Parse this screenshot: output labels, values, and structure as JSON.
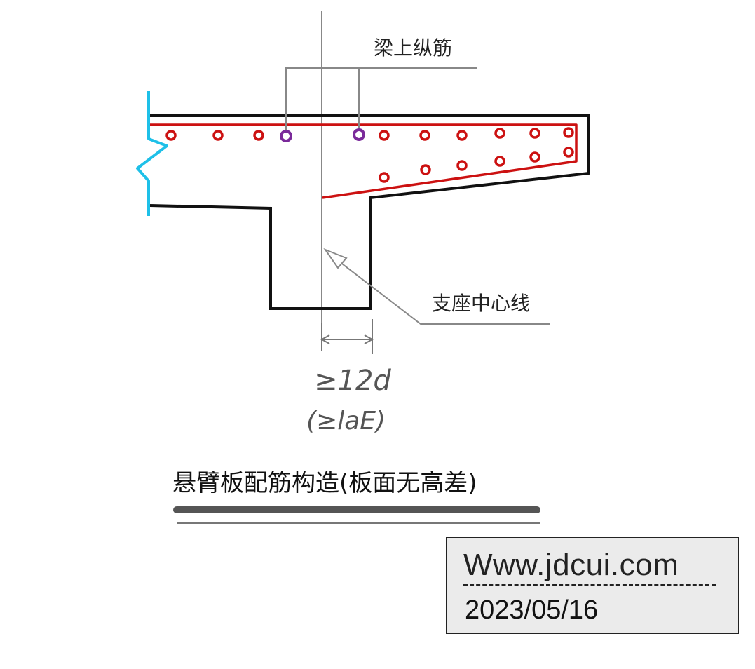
{
  "labels": {
    "top_rebar": "梁上纵筋",
    "support_centerline": "支座中心线",
    "anchor_min": "≥12d",
    "anchor_alt": "(≥laE)",
    "title": "悬臂板配筋构造(板面无高差)"
  },
  "stamp": {
    "site": "Www.jdcui.com",
    "date": "2023/05/16"
  },
  "colors": {
    "outline": "#111111",
    "rebar": "#cc1111",
    "highlight_rebar": "#7a2a9a",
    "break_line": "#1ec0e8",
    "leader": "#888888",
    "title_bar": "#555555"
  }
}
